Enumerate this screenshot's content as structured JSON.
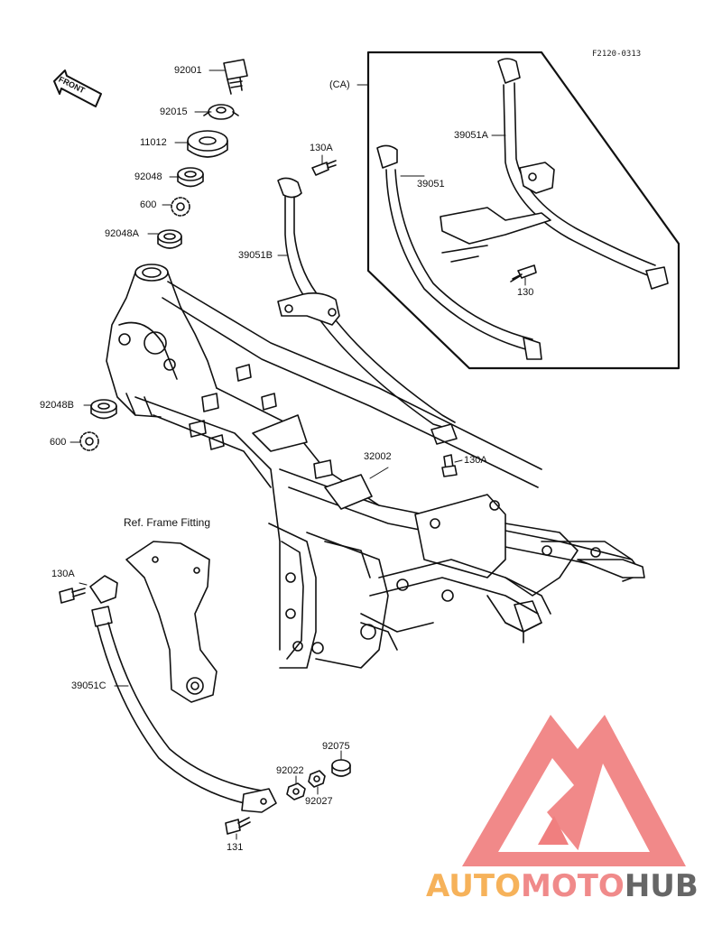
{
  "diagram": {
    "code": "F2120-0313",
    "front_arrow": "FRONT",
    "inset_group": "(CA)",
    "ref_note": "Ref. Frame Fitting",
    "parts": {
      "p92001": "92001",
      "p92015": "92015",
      "p11012": "11012",
      "p92048": "92048",
      "p600a": "600",
      "p92048A": "92048A",
      "p130A_top": "130A",
      "p39051B": "39051B",
      "p39051A": "39051A",
      "p39051": "39051",
      "p130": "130",
      "p92048B": "92048B",
      "p600b": "600",
      "p32002": "32002",
      "p130A_mid": "130A",
      "p130A_left": "130A",
      "p39051C": "39051C",
      "p92075": "92075",
      "p92022": "92022",
      "p92027": "92027",
      "p131": "131"
    }
  },
  "watermark": {
    "part1": "AUTO",
    "part2": "MOTO",
    "part3": "HUB",
    "colors": {
      "auto": "#f6b25a",
      "moto": "#f08a8a",
      "hub": "#666666",
      "triangle": "#f07f7f"
    }
  }
}
